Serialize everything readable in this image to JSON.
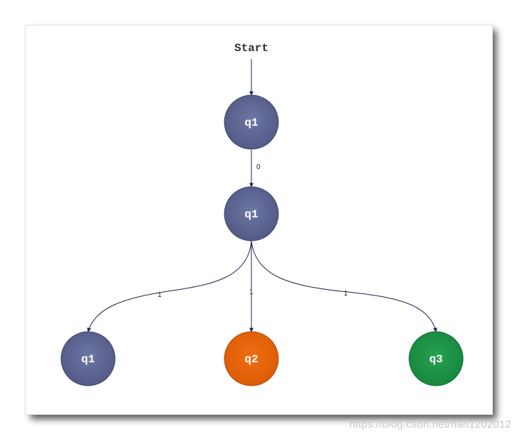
{
  "start_label": "Start",
  "states": {
    "top": {
      "label": "q1"
    },
    "middle": {
      "label": "q1"
    },
    "left": {
      "label": "q1"
    },
    "center": {
      "label": "q2"
    },
    "right": {
      "label": "q3"
    }
  },
  "edges": {
    "top_to_middle": {
      "label": "0"
    },
    "middle_to_left": {
      "label": "1"
    },
    "middle_to_center": {
      "label": "1"
    },
    "middle_to_right": {
      "label": "1"
    }
  },
  "colors": {
    "default_state": "#5e6591",
    "q2_state": "#e8650a",
    "q3_state": "#1f9448",
    "edge": "#1c2450"
  },
  "watermark": "https://blog.csdn.net/han1202012"
}
